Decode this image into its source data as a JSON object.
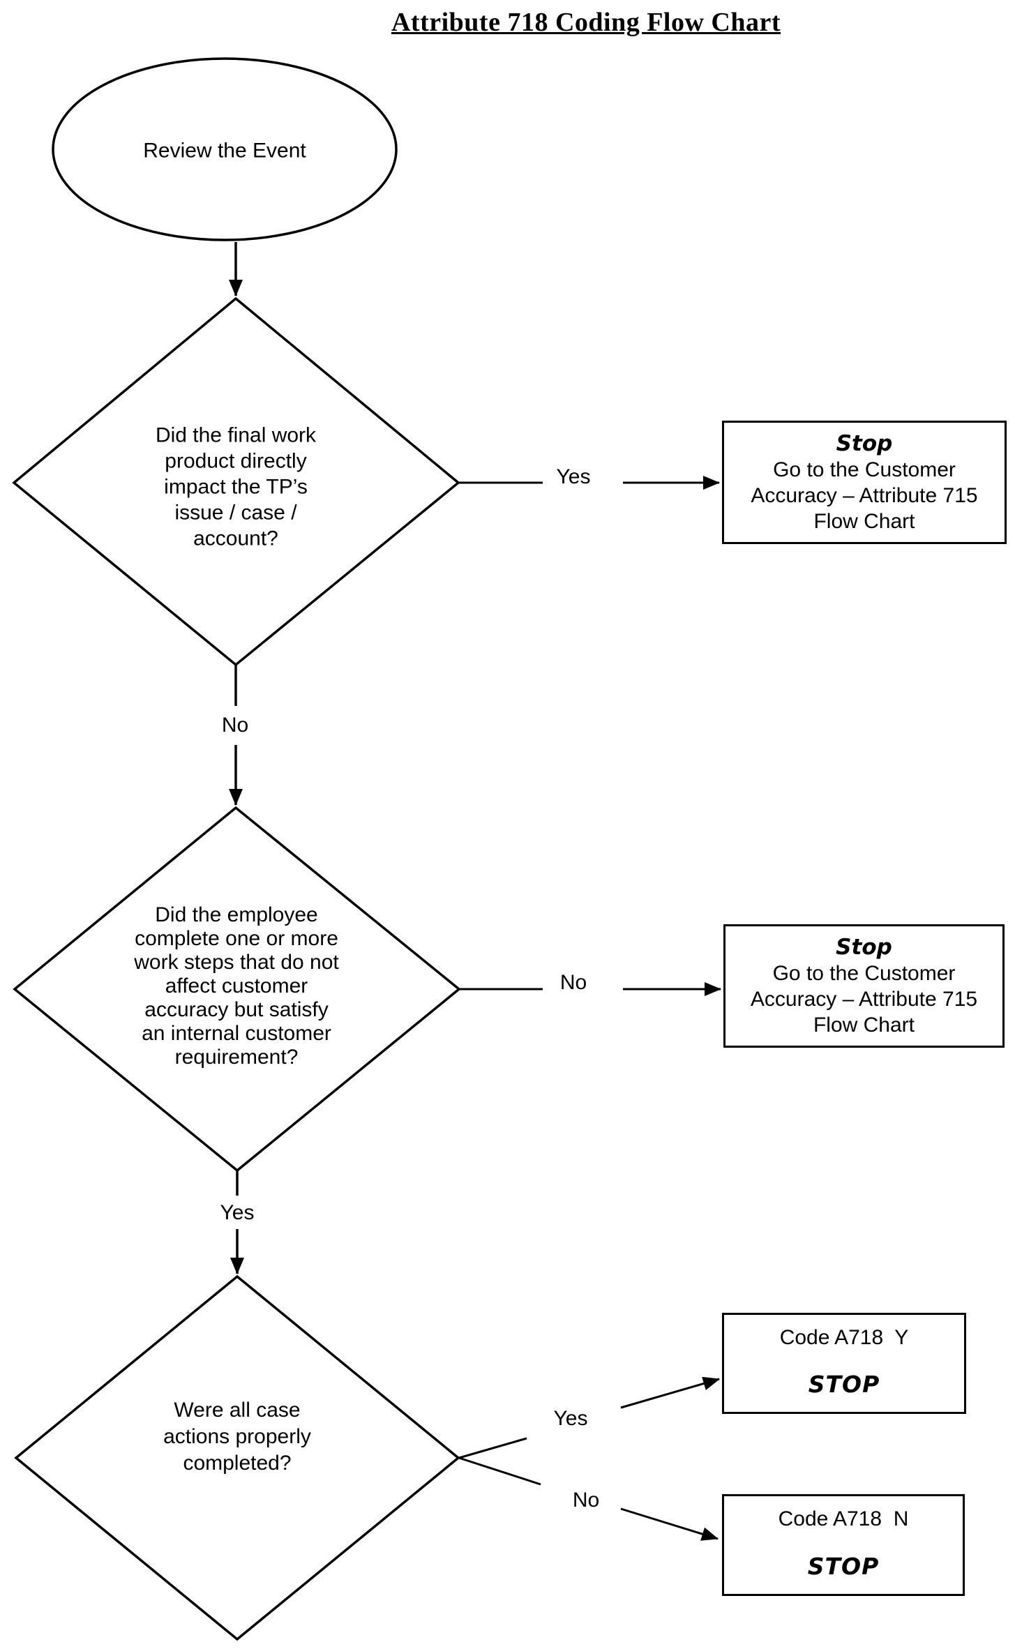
{
  "title": "Attribute 718 Coding Flow Chart",
  "nodes": {
    "start": {
      "label": "Review the Event"
    },
    "decision1": {
      "question": "Did the final work\nproduct directly\nimpact the TP’s\nissue / case /\naccount?"
    },
    "stop1": {
      "title": "Stop",
      "body": "Go to the Customer\nAccuracy – Attribute 715\nFlow Chart"
    },
    "decision2": {
      "question": "Did the employee\ncomplete one or more\nwork steps that do not\naffect customer\naccuracy but satisfy\nan internal customer\nrequirement?"
    },
    "stop2": {
      "title": "Stop",
      "body": "Go to the Customer\nAccuracy – Attribute 715\nFlow Chart"
    },
    "decision3": {
      "question": "Were all case\nactions properly\ncompleted?"
    },
    "codeY": {
      "title": "Code A718  Y",
      "stop": "STOP"
    },
    "codeN": {
      "title": "Code A718  N",
      "stop": "STOP"
    }
  },
  "edge_labels": {
    "d1_yes": "Yes",
    "d1_no": "No",
    "d2_no": "No",
    "d2_yes": "Yes",
    "d3_yes": "Yes",
    "d3_no": "No"
  },
  "colors": {
    "ink": "#000000",
    "background": "#ffffff"
  }
}
